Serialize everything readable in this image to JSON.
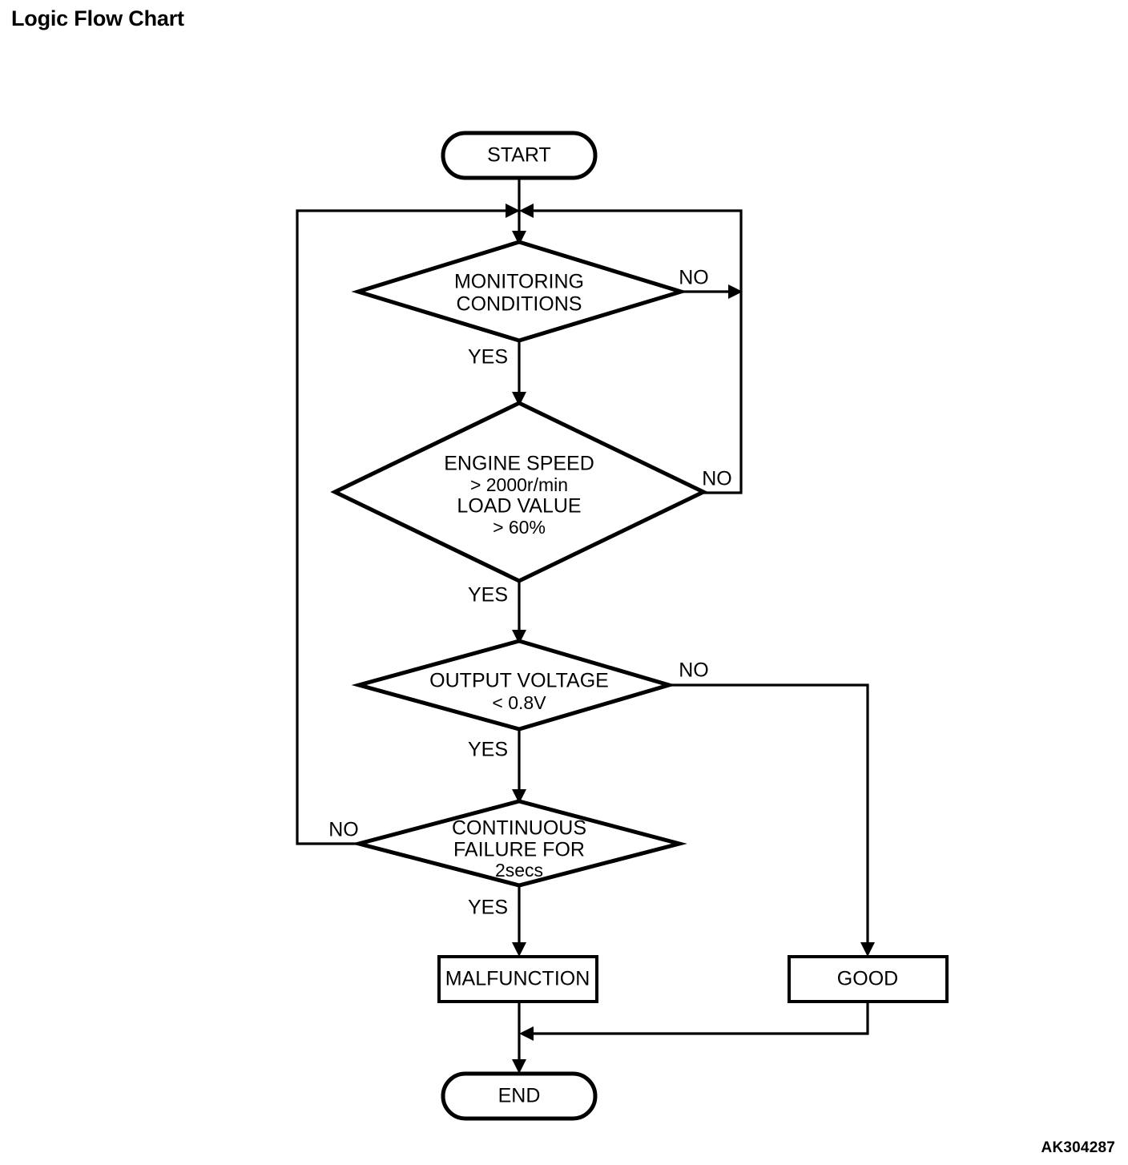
{
  "title": "Logic Flow Chart",
  "corner_id": "AK304287",
  "chart_data": {
    "type": "diagram",
    "diagram_kind": "flowchart",
    "title": "Logic Flow Chart",
    "nodes": [
      {
        "id": "start",
        "shape": "terminator",
        "lines": [
          "START"
        ]
      },
      {
        "id": "monitoring",
        "shape": "decision",
        "lines": [
          "MONITORING",
          "CONDITIONS"
        ]
      },
      {
        "id": "engine",
        "shape": "decision",
        "lines": [
          "ENGINE SPEED",
          "> 2000r/min",
          "LOAD VALUE",
          "> 60%"
        ]
      },
      {
        "id": "voltage",
        "shape": "decision",
        "lines": [
          "OUTPUT VOLTAGE",
          "< 0.8V"
        ]
      },
      {
        "id": "continuous",
        "shape": "decision",
        "lines": [
          "CONTINUOUS",
          "FAILURE FOR",
          "2secs"
        ]
      },
      {
        "id": "malfunction",
        "shape": "process",
        "lines": [
          "MALFUNCTION"
        ]
      },
      {
        "id": "good",
        "shape": "process",
        "lines": [
          "GOOD"
        ]
      },
      {
        "id": "end",
        "shape": "terminator",
        "lines": [
          "END"
        ]
      }
    ],
    "edges": [
      {
        "from": "start",
        "to": "monitoring",
        "label": ""
      },
      {
        "from": "monitoring",
        "to": "loop-back",
        "label": "NO"
      },
      {
        "from": "monitoring",
        "to": "engine",
        "label": "YES"
      },
      {
        "from": "engine",
        "to": "loop-back",
        "label": "NO"
      },
      {
        "from": "engine",
        "to": "voltage",
        "label": "YES"
      },
      {
        "from": "voltage",
        "to": "good",
        "label": "NO"
      },
      {
        "from": "voltage",
        "to": "continuous",
        "label": "YES"
      },
      {
        "from": "continuous",
        "to": "loop-back",
        "label": "NO"
      },
      {
        "from": "continuous",
        "to": "malfunction",
        "label": "YES"
      },
      {
        "from": "malfunction",
        "to": "end",
        "label": ""
      },
      {
        "from": "good",
        "to": "end",
        "label": ""
      }
    ]
  },
  "nodes": {
    "start": {
      "label": "START"
    },
    "monitoring": {
      "line1": "MONITORING",
      "line2": "CONDITIONS"
    },
    "engine": {
      "line1": "ENGINE SPEED",
      "line2": "> 2000r/min",
      "line3": "LOAD VALUE",
      "line4": "> 60%"
    },
    "voltage": {
      "line1": "OUTPUT VOLTAGE",
      "line2": "< 0.8V"
    },
    "continuous": {
      "line1": "CONTINUOUS",
      "line2": "FAILURE FOR",
      "line3": "2secs"
    },
    "malfunction": {
      "label": "MALFUNCTION"
    },
    "good": {
      "label": "GOOD"
    },
    "end": {
      "label": "END"
    }
  },
  "branch_labels": {
    "monitoring_no": "NO",
    "monitoring_yes": "YES",
    "engine_no": "NO",
    "engine_yes": "YES",
    "voltage_no": "NO",
    "voltage_yes": "YES",
    "continuous_no": "NO",
    "continuous_yes": "YES"
  },
  "colors": {
    "stroke": "#000000",
    "fill": "#ffffff",
    "text": "#000000"
  }
}
